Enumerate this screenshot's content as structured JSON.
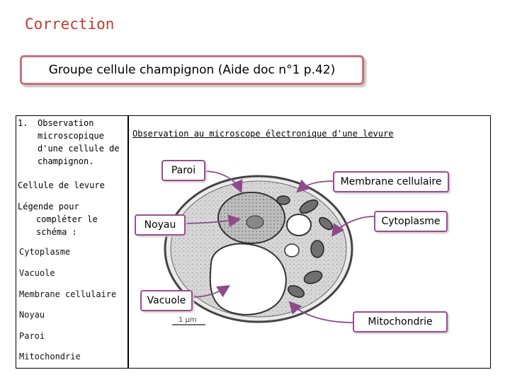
{
  "header": {
    "correction": "Correction",
    "title": "Groupe cellule champignon (Aide doc n°1 p.42)"
  },
  "left_panel": {
    "observation_number": "1.",
    "observation_text": "Observation microscopique d'une cellule de champignon.",
    "cell_caption": "Cellule de levure",
    "legend_line1": "Légende pour",
    "legend_line2": "compléter le",
    "legend_line3": "schéma :",
    "terms": [
      "Cytoplasme",
      "Vacuole",
      "Membrane cellulaire",
      "Noyau",
      "Paroi",
      "Mitochondrie"
    ]
  },
  "right_panel": {
    "title": "Observation au microscope électronique d'une levure",
    "labels": {
      "paroi": "Paroi",
      "membrane": "Membrane cellulaire",
      "noyau": "Noyau",
      "cytoplasme": "Cytoplasme",
      "vacuole": "Vacuole",
      "mitochondrie": "Mitochondrie"
    },
    "scale_text": "1 µm"
  },
  "colors": {
    "correction_text": "#c0392b",
    "title_border": "#c9717b",
    "label_border": "#9b4c8f",
    "arrow": "#8e4a8a"
  }
}
